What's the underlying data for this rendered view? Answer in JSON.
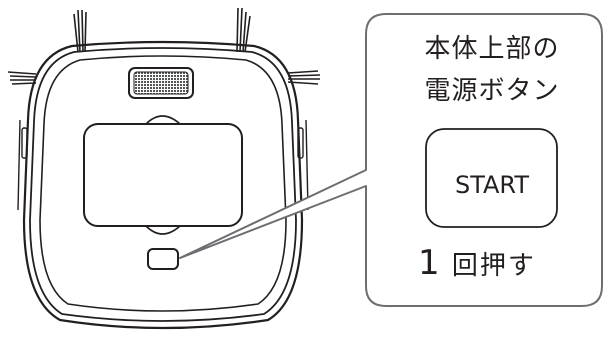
{
  "callout": {
    "title_line_1": "本体上部の",
    "title_line_2": "電源ボタン",
    "button_label": "START",
    "instruction_number": "1",
    "instruction_text": "回押す"
  },
  "colors": {
    "line": "#231f20",
    "callout_border": "#6d6e71",
    "vent_fill": "#8a8a8a",
    "background": "#ffffff"
  },
  "icons": {
    "robot": "robot-vacuum-icon",
    "power_button": "power-button-icon"
  }
}
